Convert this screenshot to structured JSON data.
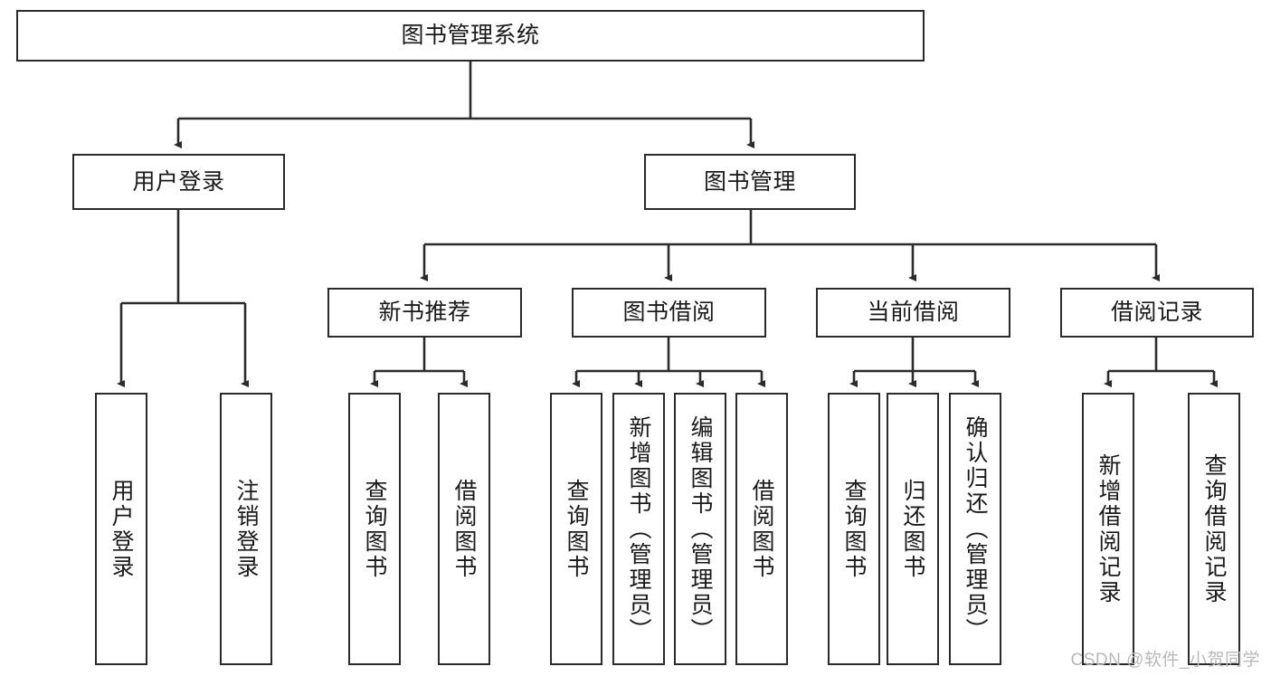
{
  "diagram": {
    "title": "图书管理系统",
    "type": "tree",
    "colors": {
      "stroke": "#2b2b2b",
      "background": "#ffffff",
      "text": "#1a1a1a",
      "watermark": "#b9b9b9"
    },
    "root": {
      "label": "图书管理系统"
    },
    "level2": [
      {
        "label": "用户登录"
      },
      {
        "label": "图书管理"
      }
    ],
    "level3": [
      {
        "label": "新书推荐"
      },
      {
        "label": "图书借阅"
      },
      {
        "label": "当前借阅"
      },
      {
        "label": "借阅记录"
      }
    ],
    "leaves": [
      {
        "label": "用户登录",
        "parent": "用户登录"
      },
      {
        "label": "注销登录",
        "parent": "用户登录"
      },
      {
        "label": "查询图书",
        "parent": "新书推荐"
      },
      {
        "label": "借阅图书",
        "parent": "新书推荐"
      },
      {
        "label": "查询图书",
        "parent": "图书借阅"
      },
      {
        "label": "新增图书（管理员）",
        "parent": "图书借阅"
      },
      {
        "label": "编辑图书（管理员）",
        "parent": "图书借阅"
      },
      {
        "label": "借阅图书",
        "parent": "图书借阅"
      },
      {
        "label": "查询图书",
        "parent": "当前借阅"
      },
      {
        "label": "归还图书",
        "parent": "当前借阅"
      },
      {
        "label": "确认归还（管理员）",
        "parent": "当前借阅"
      },
      {
        "label": "新增借阅记录",
        "parent": "借阅记录"
      },
      {
        "label": "查询借阅记录",
        "parent": "借阅记录"
      }
    ]
  },
  "watermark": {
    "text": "CSDN @软件_小贺同学"
  }
}
